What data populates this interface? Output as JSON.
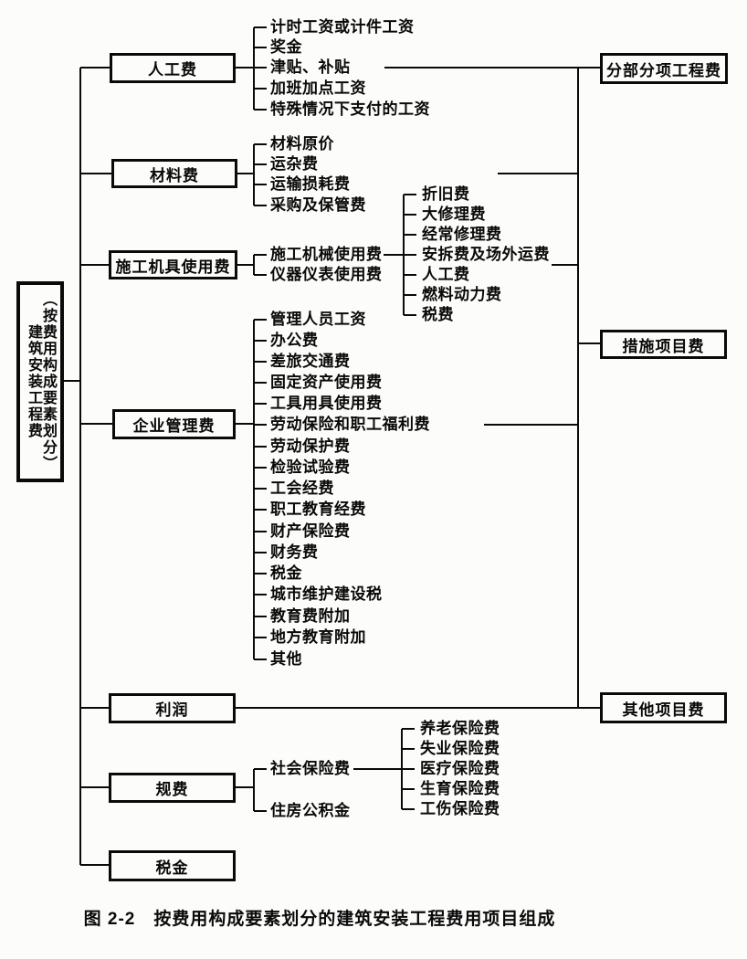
{
  "figure": {
    "caption": "图 2-2　按费用构成要素划分的建筑安装工程费用项目组成",
    "root": {
      "qualifier": "（按费用构成要素划分）",
      "title": "建筑安装工程费"
    },
    "categories": [
      {
        "label": "人工费",
        "children": [
          "计时工资或计件工资",
          "奖金",
          "津贴、补贴",
          "加班加点工资",
          "特殊情况下支付的工资"
        ]
      },
      {
        "label": "材料费",
        "children": [
          "材料原价",
          "运杂费",
          "运输损耗费",
          "采购及保管费"
        ]
      },
      {
        "label": "施工机具使用费",
        "children": [
          "施工机械使用费",
          "仪器仪表使用费"
        ],
        "sub": {
          "parent": "施工机械使用费",
          "children": [
            "折旧费",
            "大修理费",
            "经常修理费",
            "安拆费及场外运费",
            "人工费",
            "燃料动力费",
            "税费"
          ]
        }
      },
      {
        "label": "企业管理费",
        "children": [
          "管理人员工资",
          "办公费",
          "差旅交通费",
          "固定资产使用费",
          "工具用具使用费",
          "劳动保险和职工福利费",
          "劳动保护费",
          "检验试验费",
          "工会经费",
          "职工教育经费",
          "财产保险费",
          "财务费",
          "税金",
          "城市维护建设税",
          "教育费附加",
          "地方教育附加",
          "其他"
        ]
      },
      {
        "label": "利润",
        "children": []
      },
      {
        "label": "规费",
        "children": [
          "社会保险费",
          "住房公积金"
        ],
        "sub": {
          "parent": "社会保险费",
          "children": [
            "养老保险费",
            "失业保险费",
            "医疗保险费",
            "生育保险费",
            "工伤保险费"
          ]
        }
      },
      {
        "label": "税金",
        "children": []
      }
    ],
    "results": [
      {
        "label": "分部分项工程费"
      },
      {
        "label": "措施项目费"
      },
      {
        "label": "其他项目费"
      }
    ],
    "colors": {
      "ink": "#0a0a0a",
      "paper": "#fcfcfa"
    }
  }
}
